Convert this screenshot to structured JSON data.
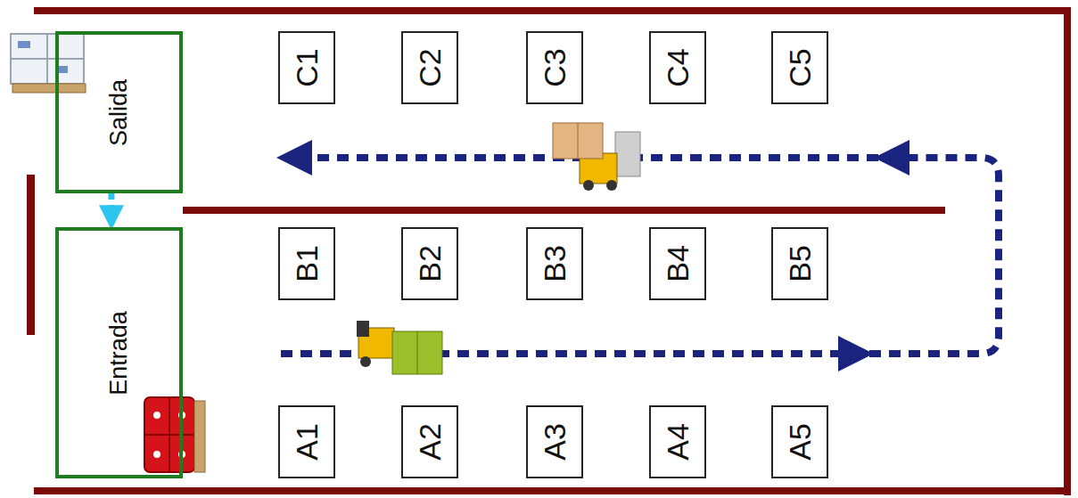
{
  "diagram": {
    "nodes": [
      {
        "text": [
          "Salida"
        ]
      },
      {
        "text": [
          "C1"
        ]
      },
      {
        "text": [
          "C2"
        ]
      },
      {
        "text": [
          "C3"
        ]
      },
      {
        "text": [
          "C4"
        ]
      },
      {
        "text": [
          "C5"
        ]
      },
      {
        "text": [
          "Entrada"
        ]
      },
      {
        "text": [
          "B1"
        ]
      },
      {
        "text": [
          "B2"
        ]
      },
      {
        "text": [
          "B3"
        ]
      },
      {
        "text": [
          "B4"
        ]
      },
      {
        "text": [
          "B5"
        ]
      },
      {
        "text": [
          "A1"
        ]
      },
      {
        "text": [
          "A2"
        ]
      },
      {
        "text": [
          "A3"
        ]
      },
      {
        "text": [
          "A4"
        ]
      },
      {
        "text": [
          "A5"
        ]
      }
    ],
    "edges": [
      {
        "from": 0,
        "to": 6,
        "arrow": "to"
      }
    ]
  }
}
